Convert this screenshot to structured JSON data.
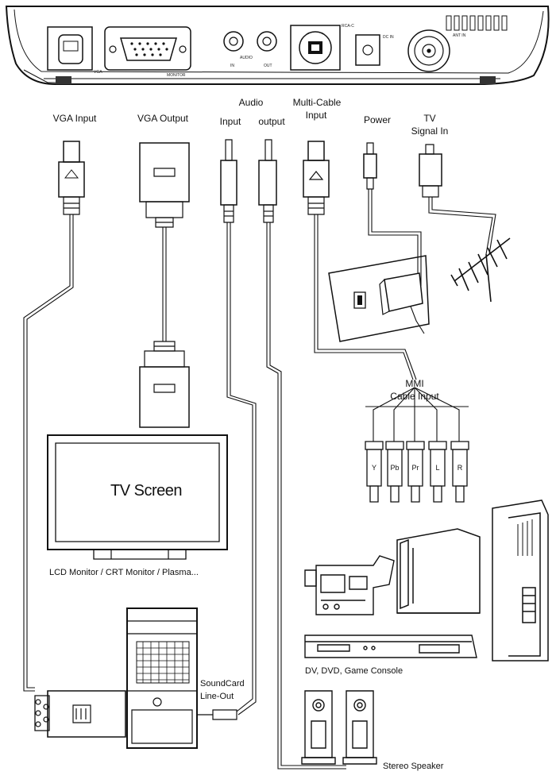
{
  "device_panel": {
    "port_labels": {
      "vga": "VGA",
      "monitor": "MONITOR",
      "audio": "AUDIO",
      "audio_in": "IN",
      "audio_out": "OUT",
      "rf_in": "ANT IN",
      "dc_in": "DC IN",
      "mini_din": "RCA-C"
    }
  },
  "port_captions": {
    "vga_input": "VGA Input",
    "vga_output": "VGA Output",
    "audio": "Audio",
    "audio_input": "Input",
    "audio_output": "output",
    "multi_cable": "Multi-Cable",
    "multi_cable_line2": "Input",
    "power": "Power",
    "tv": "TV",
    "tv_line2": "Signal In"
  },
  "cable_input": {
    "title_line1": "MMI",
    "title_line2": "Cable Input",
    "plug_letters": [
      "Y",
      "Pb",
      "Pr",
      "L",
      "R"
    ]
  },
  "devices": {
    "tv_screen_text": "TV Screen",
    "monitor_caption": "LCD Monitor / CRT Monitor / Plasma...",
    "game_console_caption": "DV, DVD, Game Console",
    "soundcard_line1": "SoundCard",
    "soundcard_line2": "Line-Out",
    "speaker_caption": "Stereo Speaker"
  }
}
